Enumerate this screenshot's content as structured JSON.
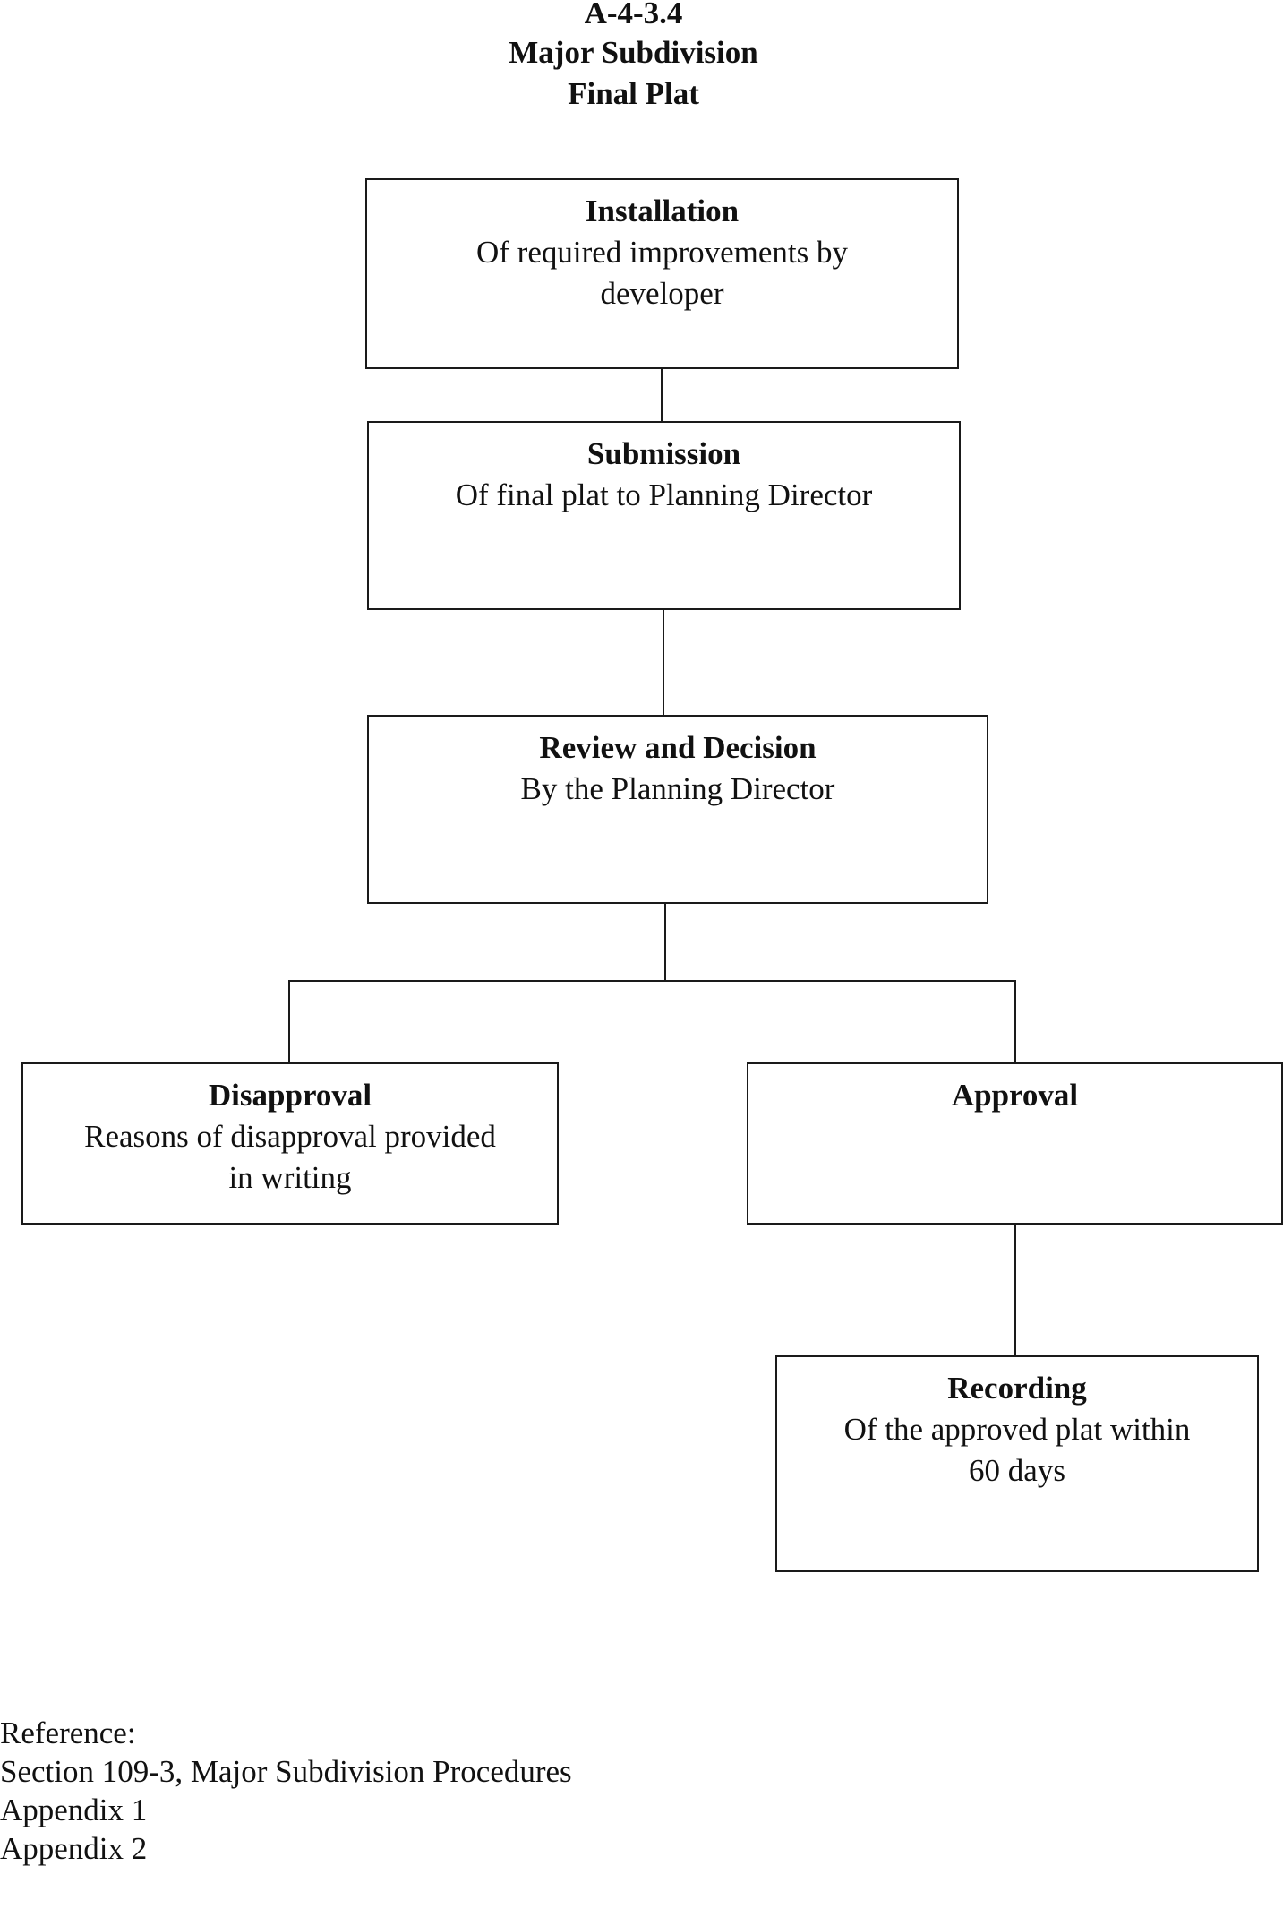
{
  "header": {
    "code": "A-4-3.4",
    "title": "Major Subdivision",
    "subtitle": "Final Plat"
  },
  "steps": {
    "installation": {
      "head": "Installation",
      "desc_line1": "Of required improvements by",
      "desc_line2": "developer"
    },
    "submission": {
      "head": "Submission",
      "desc": "Of final plat to Planning Director"
    },
    "review": {
      "head": "Review and Decision",
      "desc": "By the Planning Director"
    },
    "disapproval": {
      "head": "Disapproval",
      "desc_line1": "Reasons of disapproval provided",
      "desc_line2": "in writing"
    },
    "approval": {
      "head": "Approval"
    },
    "recording": {
      "head": "Recording",
      "desc_line1": "Of the approved plat within",
      "desc_line2": "60 days"
    }
  },
  "reference": {
    "label": "Reference:",
    "items": [
      "Section 109-3, Major Subdivision Procedures",
      "Appendix 1",
      "Appendix 2"
    ]
  }
}
